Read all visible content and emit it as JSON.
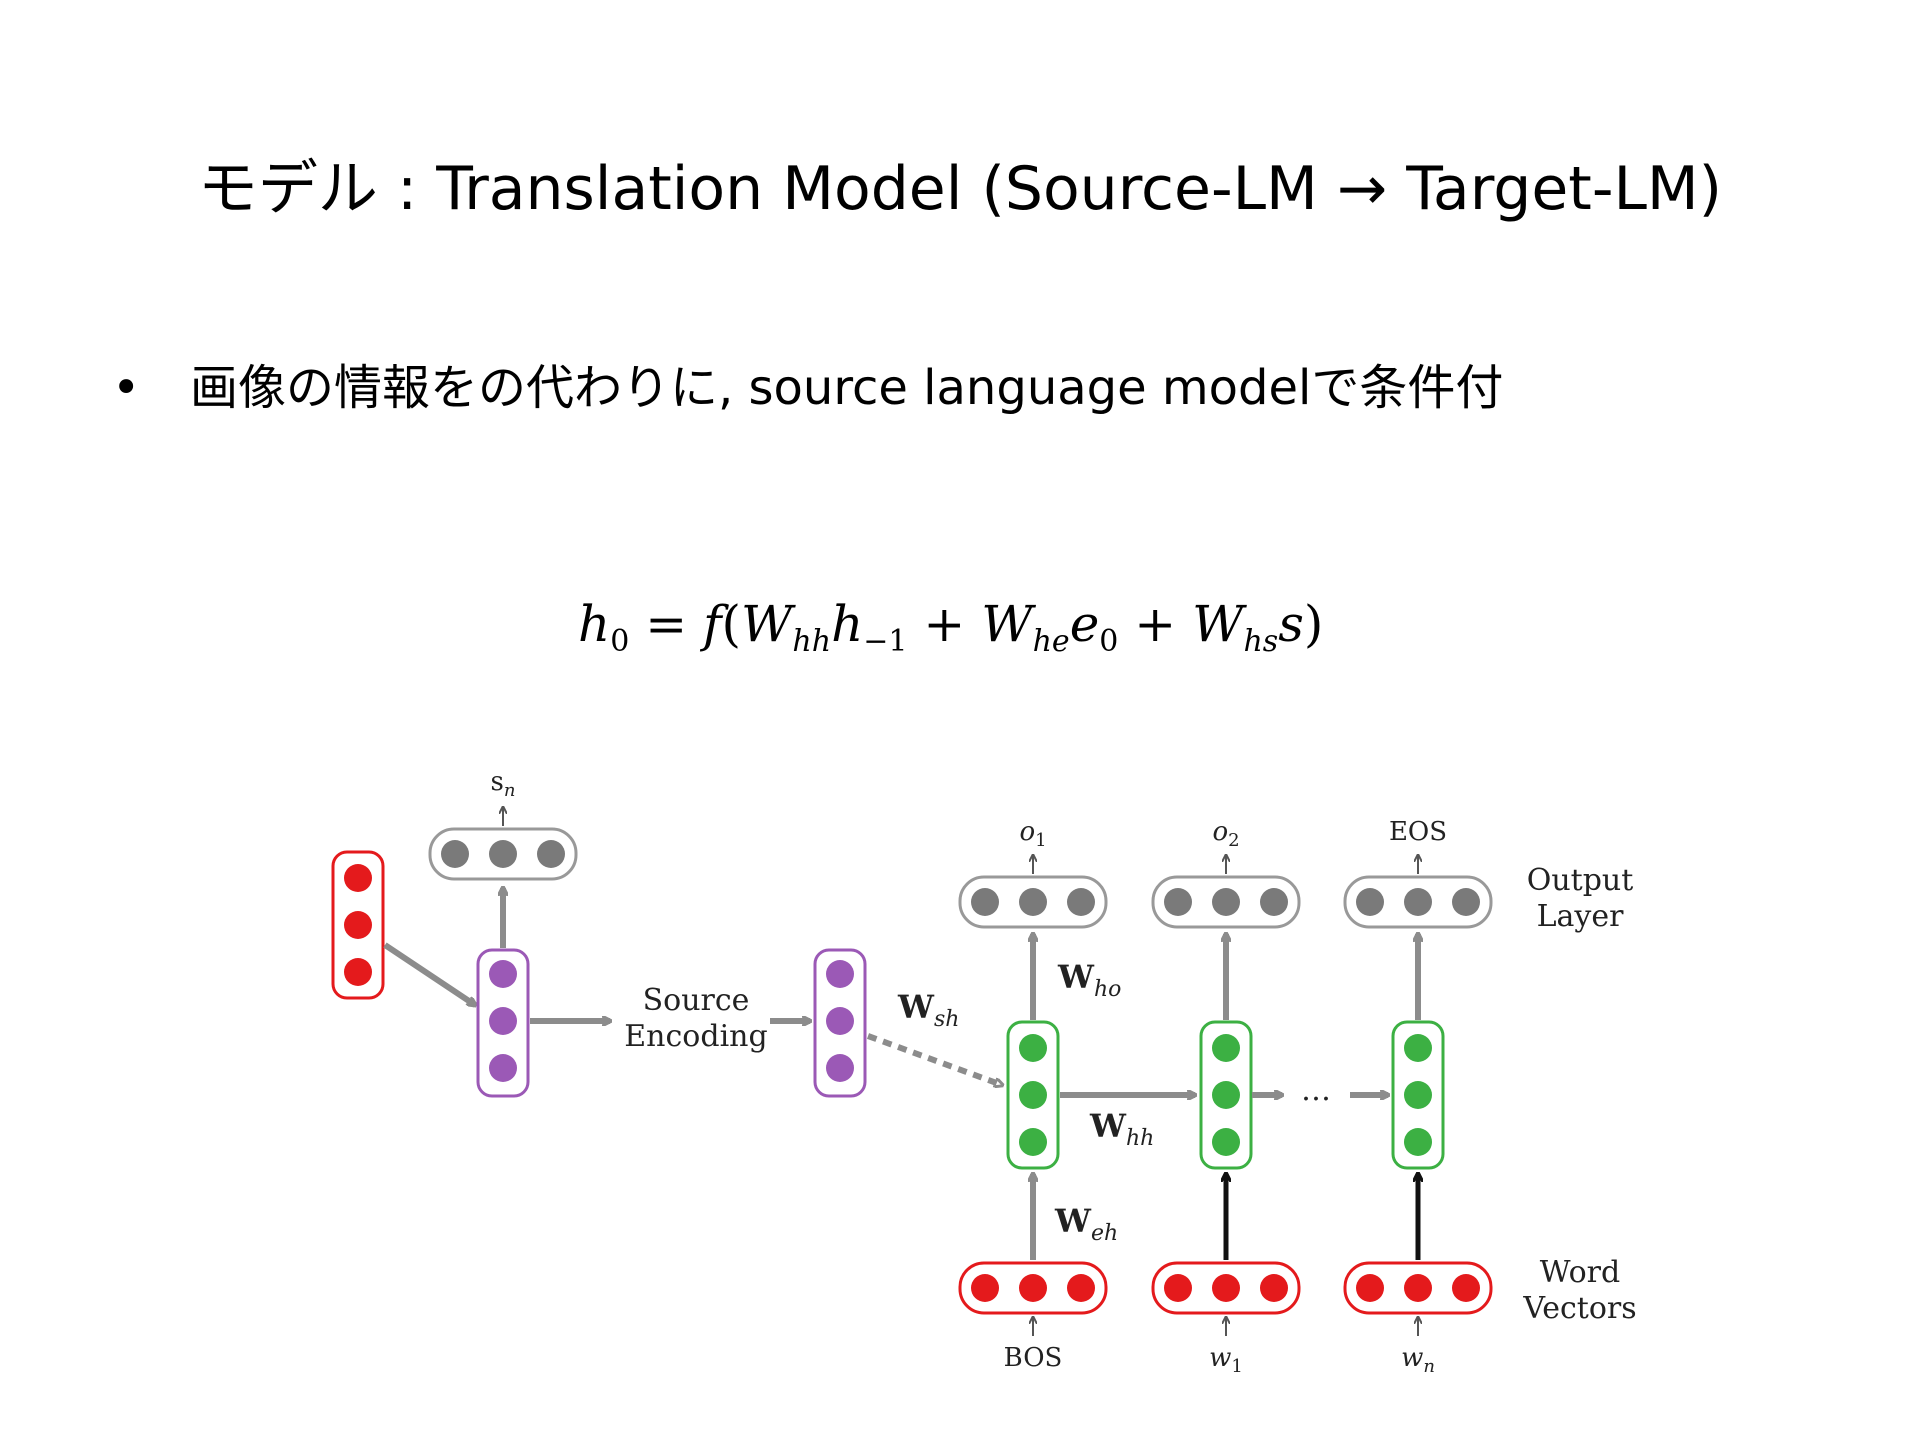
{
  "slide": {
    "title": "モデル : Translation Model (Source-LM → Target-LM)",
    "bullet": "画像の情報をの代わりに, source language modelで条件付",
    "equation": "h0 = f(Whh h−1 + Whe e0 + Whs s)"
  },
  "diagram": {
    "source_encoding_label": [
      "Source",
      "Encoding"
    ],
    "output_layer_label": [
      "Output",
      "Layer"
    ],
    "word_vectors_label": [
      "Word",
      "Vectors"
    ],
    "source_output": "s",
    "source_output_sub": "n",
    "outputs": [
      {
        "main": "o",
        "sub": "1"
      },
      {
        "main": "o",
        "sub": "2"
      },
      {
        "main": "EOS",
        "sub": ""
      }
    ],
    "inputs": [
      {
        "main": "BOS",
        "sub": ""
      },
      {
        "main": "w",
        "sub": "1"
      },
      {
        "main": "w",
        "sub": "n"
      }
    ],
    "weights": {
      "ho": {
        "main": "W",
        "sub": "ho"
      },
      "sh": {
        "main": "W",
        "sub": "sh"
      },
      "hh": {
        "main": "W",
        "sub": "hh"
      },
      "eh": {
        "main": "W",
        "sub": "eh"
      }
    },
    "ellipsis": "…",
    "colors": {
      "red": "#e41a1c",
      "purple": "#9b59b6",
      "green": "#3cb043",
      "gray": "#7a7a7a",
      "arrow": "#8c8c8c"
    }
  }
}
